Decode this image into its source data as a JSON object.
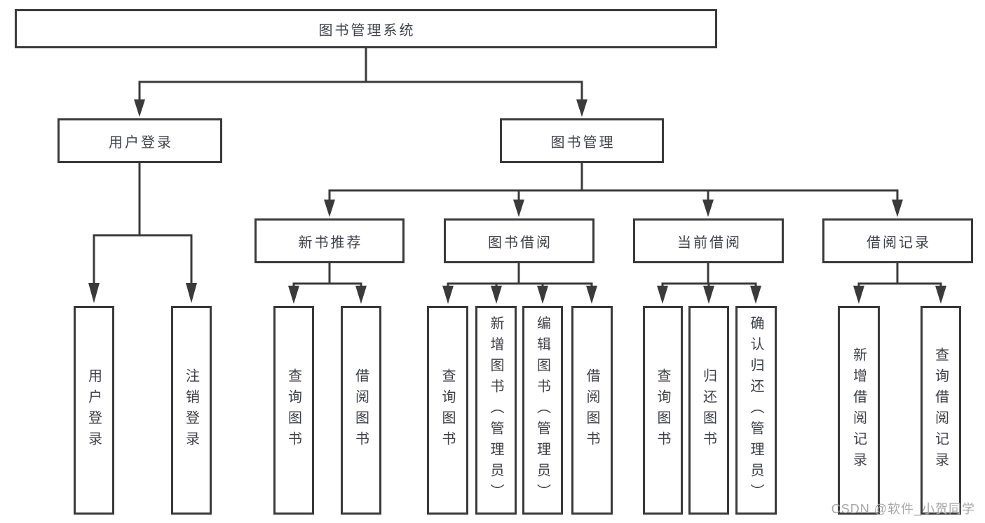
{
  "diagram": {
    "type": "hierarchy",
    "title": "图书管理系统",
    "children": [
      {
        "label": "用户登录",
        "children": [
          {
            "label": "用户登录"
          },
          {
            "label": "注销登录"
          }
        ]
      },
      {
        "label": "图书管理",
        "children": [
          {
            "label": "新书推荐",
            "children": [
              {
                "label": "查询图书"
              },
              {
                "label": "借阅图书"
              }
            ]
          },
          {
            "label": "图书借阅",
            "children": [
              {
                "label": "查询图书"
              },
              {
                "label": "新增图书（管理员）"
              },
              {
                "label": "编辑图书（管理员）"
              },
              {
                "label": "借阅图书"
              }
            ]
          },
          {
            "label": "当前借阅",
            "children": [
              {
                "label": "查询图书"
              },
              {
                "label": "归还图书"
              },
              {
                "label": "确认归还（管理员）"
              }
            ]
          },
          {
            "label": "借阅记录",
            "children": [
              {
                "label": "新增借阅记录"
              },
              {
                "label": "查询借阅记录"
              }
            ]
          }
        ]
      }
    ]
  },
  "watermark": {
    "text": "CSDN @软件_小贺同学"
  },
  "colors": {
    "line": "#3a3a3a",
    "text": "#3f4147",
    "background": "#ffffff",
    "watermark": "#a6a6a6"
  }
}
